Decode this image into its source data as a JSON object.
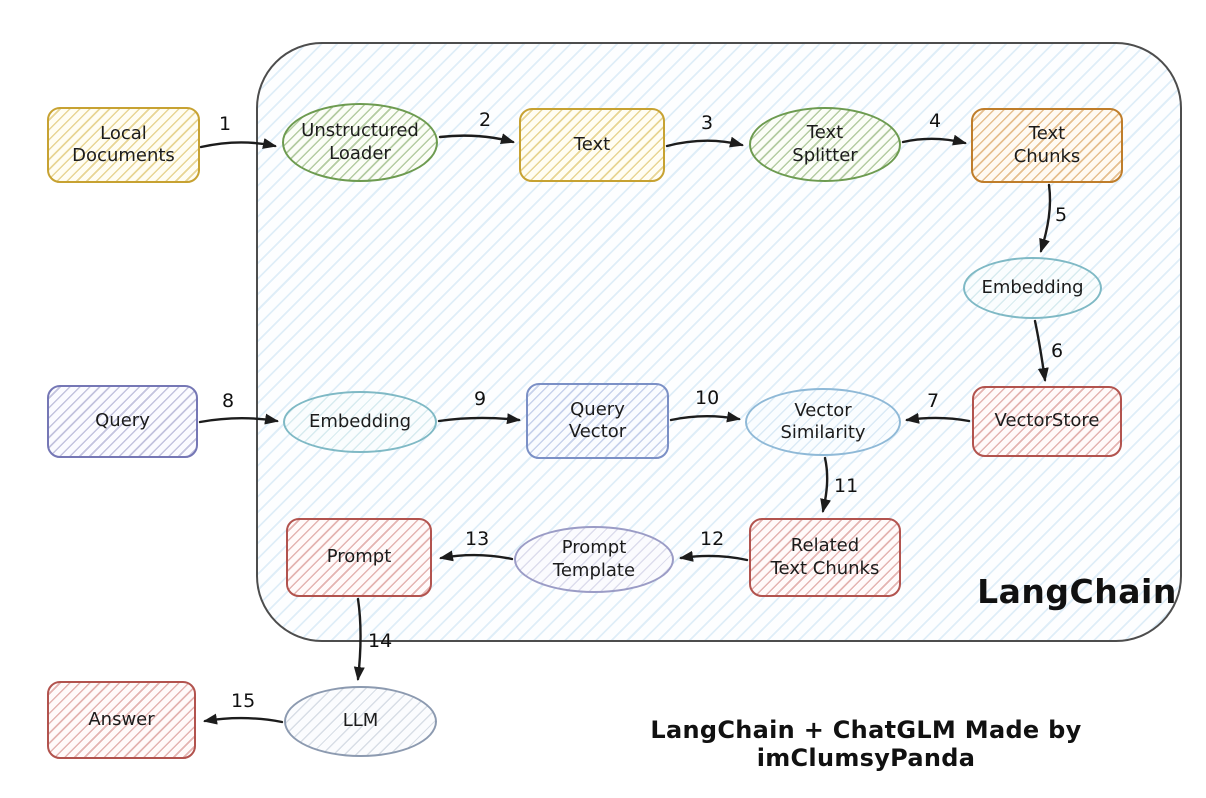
{
  "container": {
    "label": "LangChain"
  },
  "caption": "LangChain + ChatGLM Made by imClumsyPanda",
  "nodes": {
    "local_documents": "Local\nDocuments",
    "unstructured_loader": "Unstructured\nLoader",
    "text": "Text",
    "text_splitter": "Text\nSplitter",
    "text_chunks": "Text\nChunks",
    "embedding_doc": "Embedding",
    "vectorstore": "VectorStore",
    "query": "Query",
    "embedding_query": "Embedding",
    "query_vector": "Query\nVector",
    "vector_similarity": "Vector\nSimilarity",
    "related_text_chunks": "Related\nText Chunks",
    "prompt_template": "Prompt\nTemplate",
    "prompt": "Prompt",
    "llm": "LLM",
    "answer": "Answer"
  },
  "arrows": {
    "n1": "1",
    "n2": "2",
    "n3": "3",
    "n4": "4",
    "n5": "5",
    "n6": "6",
    "n7": "7",
    "n8": "8",
    "n9": "9",
    "n10": "10",
    "n11": "11",
    "n12": "12",
    "n13": "13",
    "n14": "14",
    "n15": "15"
  },
  "palette": {
    "yellow": "#c7a232",
    "green": "#6d9b50",
    "orange": "#bf7d2a",
    "red": "#b2534e",
    "purple": "#7577b5",
    "blue": "#7b90c6",
    "teal": "#7fb9c5",
    "lightblue": "#8fb9d7",
    "lavender": "#9b9cc6",
    "greyblue": "#8c9ab0",
    "container_hatch": "#a6cee9",
    "stroke": "#1c1c1c"
  }
}
